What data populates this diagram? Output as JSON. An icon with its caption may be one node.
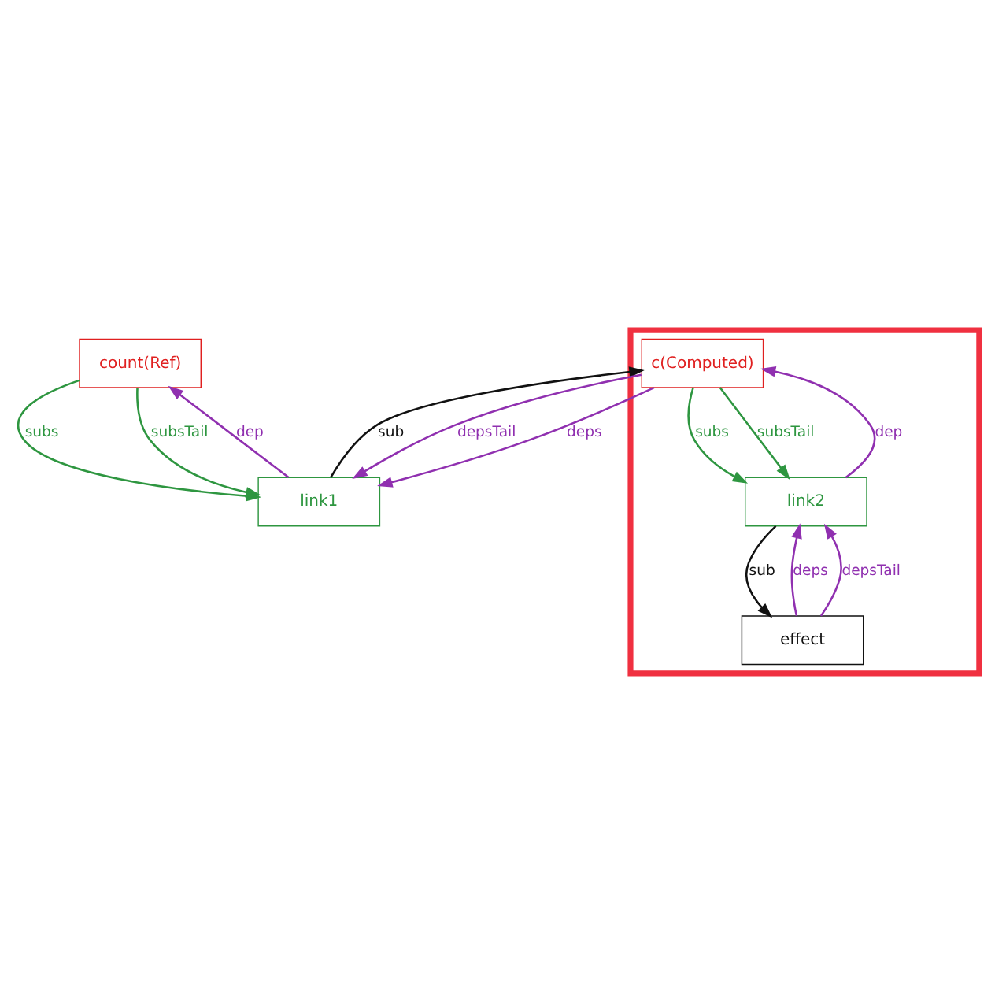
{
  "diagram": {
    "nodes": [
      {
        "text": [
          "count(Ref)"
        ]
      },
      {
        "text": [
          "link1"
        ]
      },
      {
        "text": [],
        "shape": "box"
      },
      {
        "text": [
          "c(Computed)"
        ],
        "in": 2
      },
      {
        "text": [
          "link2"
        ],
        "in": 2
      },
      {
        "text": [
          "effect"
        ],
        "in": 2
      }
    ],
    "edges": [
      {
        "from": 1,
        "to": 0,
        "arrow": "to",
        "label": "dep"
      },
      {
        "from": 0,
        "to": 1,
        "arrow": "to",
        "label": "subs",
        "color": "#2e9640"
      },
      {
        "from": 0,
        "to": 1,
        "arrow": "to",
        "label": "subsTail",
        "color": "#2e9640"
      },
      {
        "from": 3,
        "to": 1,
        "arrow": "to",
        "label": "depsTail"
      },
      {
        "from": 1,
        "to": 3,
        "arrow": "to",
        "label": "sub",
        "color": "#111111"
      },
      {
        "from": 3,
        "to": 1,
        "arrow": "to",
        "label": "deps"
      },
      {
        "from": 4,
        "to": 3,
        "arrow": "to",
        "label": "dep"
      },
      {
        "from": 3,
        "to": 4,
        "arrow": "to",
        "label": "subs",
        "color": "#2e9640"
      },
      {
        "from": 3,
        "to": 4,
        "arrow": "to",
        "label": "subsTail",
        "color": "#2e9640"
      },
      {
        "from": 5,
        "to": 4,
        "arrow": "to",
        "label": "deps"
      },
      {
        "from": 4,
        "to": 5,
        "arrow": "to",
        "label": "sub",
        "color": "#111111"
      },
      {
        "from": 5,
        "to": 4,
        "arrow": "to",
        "label": "depsTail"
      }
    ]
  }
}
